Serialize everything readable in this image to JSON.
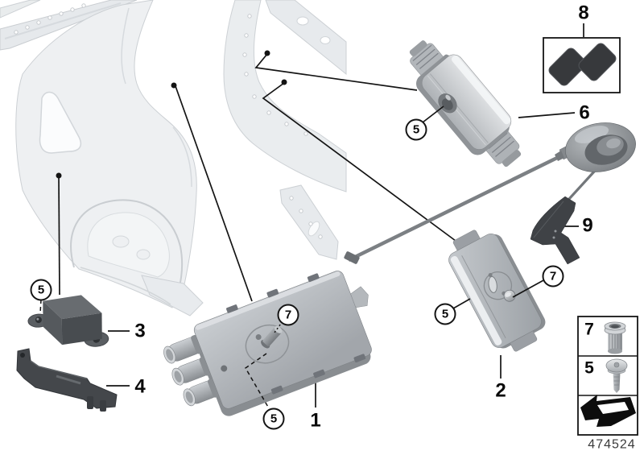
{
  "diagram": {
    "footer_number": "474524",
    "part_labels": {
      "p1": "1",
      "p2": "2",
      "p3": "3",
      "p4": "4",
      "p6": "6",
      "p8": "8",
      "p9": "9"
    },
    "fastener_callouts": {
      "c5": "5",
      "c7": "7"
    },
    "legend": {
      "rows": [
        {
          "ref": "7",
          "icon": "rivet-nut-icon"
        },
        {
          "ref": "5",
          "icon": "screw-icon"
        },
        {
          "ref": "",
          "icon": "direction-arrow-icon"
        }
      ]
    },
    "colors": {
      "background": "#ffffff",
      "line": "#141414",
      "body_fill": "#eef0f2",
      "body_edge": "#ccd0d4",
      "device_light": "#c6cace",
      "device_mid": "#a5a9ad",
      "device_dark": "#84888c",
      "dark_part": "#3f4246",
      "pad": "#37393c"
    }
  }
}
